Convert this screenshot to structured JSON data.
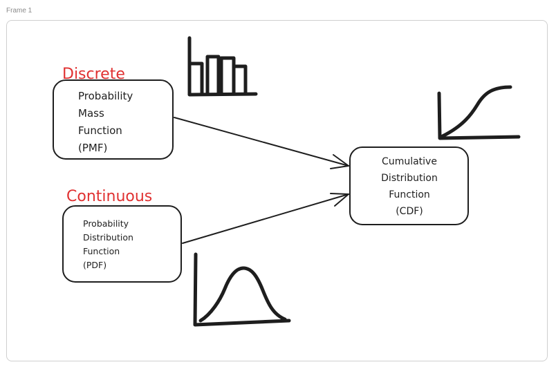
{
  "frame": {
    "label": "Frame 1"
  },
  "diagram": {
    "discrete": {
      "category_label": "Discrete",
      "box_lines": [
        "Probability",
        "Mass",
        "Function",
        "(PMF)"
      ]
    },
    "continuous": {
      "category_label": "Continuous",
      "box_lines": [
        "Probability",
        "Distribution",
        "Function",
        "(PDF)"
      ]
    },
    "cumulative": {
      "box_lines": [
        "Cumulative",
        "Distribution",
        "Function",
        "(CDF)"
      ]
    },
    "icons": {
      "pmf_sketch": "bar-chart-sketch-icon",
      "pdf_sketch": "bell-curve-sketch-icon",
      "cdf_sketch": "s-curve-sketch-icon"
    },
    "colors": {
      "accent_red": "#e03131",
      "stroke": "#1e1e1e",
      "frame_border": "#cfcfcf"
    }
  }
}
